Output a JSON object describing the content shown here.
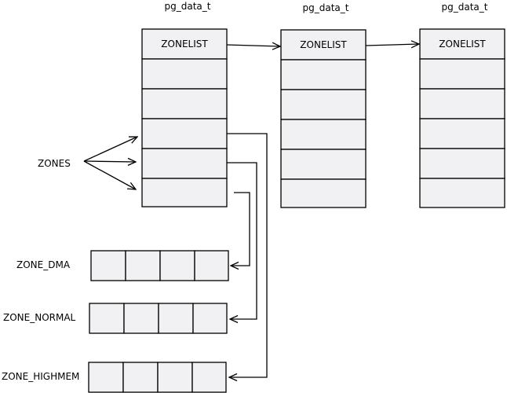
{
  "colors": {
    "cell_fill": "#f1f0f3",
    "stroke": "#000000",
    "background": "#ffffff"
  },
  "nodes": [
    {
      "title": "pg_data_t",
      "first_cell": "ZONELIST"
    },
    {
      "title": "pg_data_t",
      "first_cell": "ZONELIST"
    },
    {
      "title": "pg_data_t",
      "first_cell": "ZONELIST"
    }
  ],
  "labels": {
    "zones": "ZONES"
  },
  "zone_arrays": [
    {
      "label": "ZONE_DMA"
    },
    {
      "label": "ZONE_NORMAL"
    },
    {
      "label": "ZONE_HIGHMEM"
    }
  ]
}
